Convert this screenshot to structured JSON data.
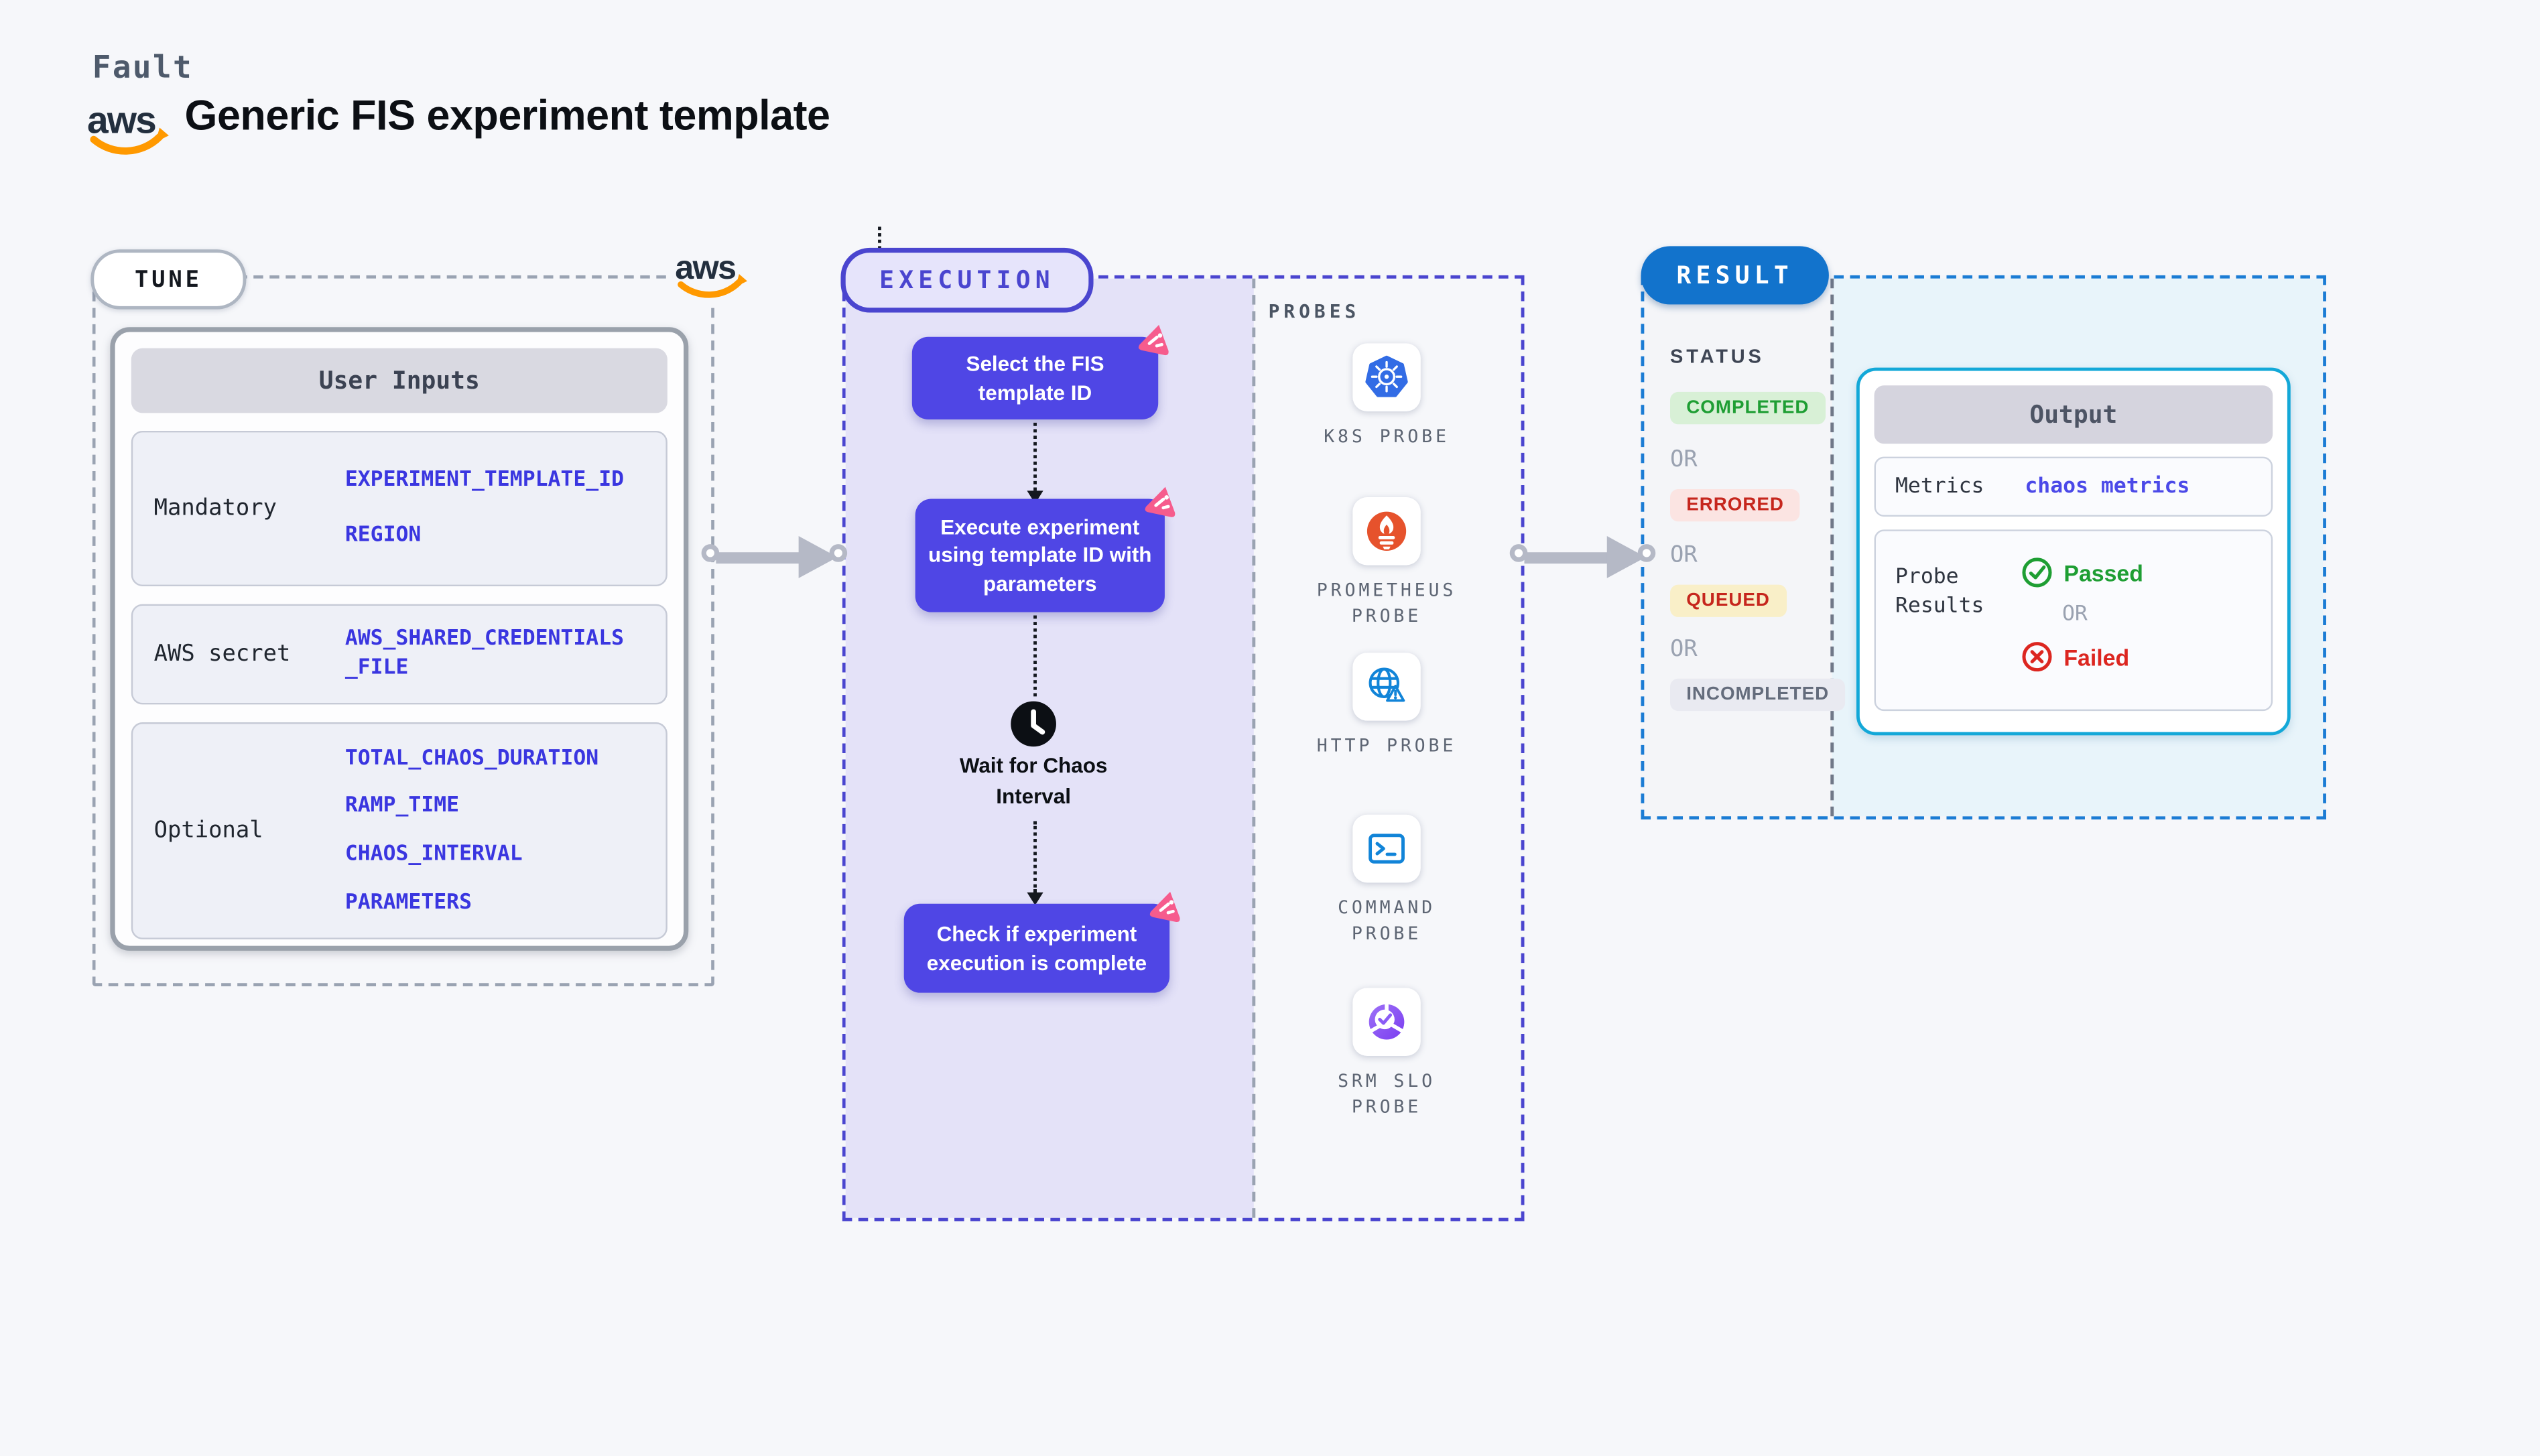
{
  "colors": {
    "page-bg": "#f6f7fa",
    "indigo": "#4f46e5",
    "indigo-border": "#4a45cf",
    "lavender": "#e4e2f8",
    "lavender-pill": "#e6e4fb",
    "pink": "#f65c8d",
    "gray-border": "#9aa3b2",
    "result-blue": "#1273cc",
    "result-dash": "#1b7cd4",
    "cyan-border": "#13a8d8",
    "cyan-bg": "#e8f4fa",
    "green": "#1e9e33",
    "green-bg": "#d8f0d6",
    "red": "#c6261d",
    "red-bg": "#fbe4e2",
    "amber-bg": "#f9efc8",
    "value-blue": "#3a36e0",
    "k8s-blue": "#326ce5",
    "prometheus-orange": "#e6522c",
    "probe-blue": "#1184d8",
    "srm-purple": "#8b5cf6",
    "aws-orange": "#ff9900",
    "aws-navy": "#232f3e"
  },
  "header": {
    "brand": "Fault",
    "aws_text": "aws",
    "title": "Generic FIS experiment template"
  },
  "tune": {
    "label": "TUNE",
    "user_inputs": {
      "header": "User Inputs",
      "rows": [
        {
          "label": "Mandatory",
          "values": [
            "EXPERIMENT_TEMPLATE_ID",
            "REGION"
          ]
        },
        {
          "label": "AWS secret",
          "values": [
            "AWS_SHARED_CREDENTIALS_FILE"
          ]
        },
        {
          "label": "Optional",
          "values": [
            "TOTAL_CHAOS_DURATION",
            "RAMP_TIME",
            "CHAOS_INTERVAL",
            "PARAMETERS"
          ]
        }
      ]
    }
  },
  "execution": {
    "label": "EXECUTION",
    "steps": {
      "select": "Select the FIS template ID",
      "execute": "Execute experiment using template ID with parameters",
      "wait": "Wait for Chaos Interval",
      "check": "Check if experiment execution is complete"
    },
    "probes": {
      "label": "PROBES",
      "items": [
        {
          "name": "K8S PROBE",
          "icon": "kubernetes-icon"
        },
        {
          "name": "PROMETHEUS PROBE",
          "icon": "prometheus-icon"
        },
        {
          "name": "HTTP PROBE",
          "icon": "globe-warning-icon"
        },
        {
          "name": "COMMAND PROBE",
          "icon": "terminal-icon"
        },
        {
          "name": "SRM SLO PROBE",
          "icon": "slo-donut-icon"
        }
      ]
    }
  },
  "result": {
    "label": "RESULT",
    "status": {
      "label": "STATUS",
      "or": "OR",
      "badges": [
        {
          "text": "COMPLETED",
          "kind": "success"
        },
        {
          "text": "ERRORED",
          "kind": "error"
        },
        {
          "text": "QUEUED",
          "kind": "queued"
        },
        {
          "text": "INCOMPLETED",
          "kind": "incomplete"
        }
      ]
    },
    "output": {
      "header": "Output",
      "metrics_label": "Metrics",
      "metrics_value": "chaos metrics",
      "probe_results_label": "Probe Results",
      "passed": "Passed",
      "or": "OR",
      "failed": "Failed"
    }
  }
}
